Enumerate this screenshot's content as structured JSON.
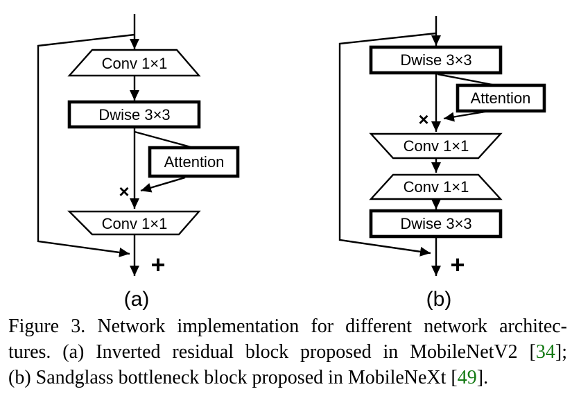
{
  "figure": {
    "diagram_a": {
      "label": "(a)",
      "conv_expand": "Conv 1×1",
      "dwise": "Dwise 3×3",
      "attention": "Attention",
      "conv_reduce": "Conv 1×1",
      "multiply": "×",
      "add": "+"
    },
    "diagram_b": {
      "label": "(b)",
      "dwise_top": "Dwise 3×3",
      "attention": "Attention",
      "conv_reduce": "Conv 1×1",
      "conv_expand": "Conv 1×1",
      "dwise_bottom": "Dwise 3×3",
      "multiply": "×",
      "add": "+"
    },
    "caption": {
      "line1": "Figure 3. Network implementation for different network architec-",
      "line2_pre": "tures. (a) Inverted residual block proposed in MobileNetV2 [",
      "line2_cite": "34",
      "line2_post": "];",
      "line3_pre": "(b) Sandglass bottleneck block proposed in MobileNeXt [",
      "line3_cite": "49",
      "line3_post": "]."
    },
    "colors": {
      "citation_green": "#147a14",
      "line_black": "#000000"
    }
  }
}
